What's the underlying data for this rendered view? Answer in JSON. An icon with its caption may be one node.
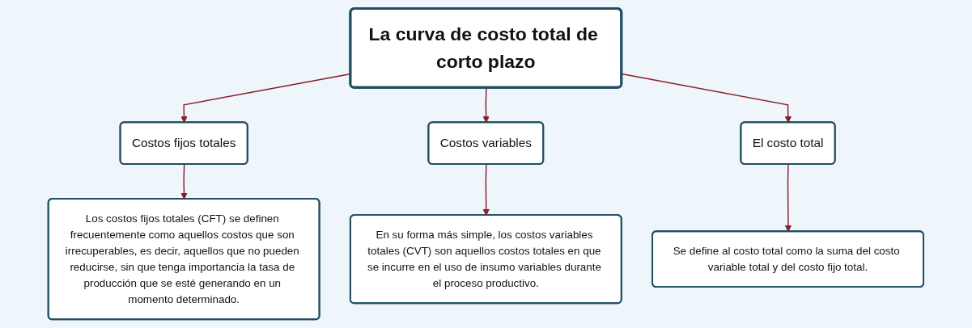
{
  "diagram": {
    "nodes": [
      {
        "text": [
          "La curva de costo total de corto plazo"
        ]
      },
      {
        "text": [
          "Costos fijos totales"
        ]
      },
      {
        "text": [
          "Costos variables"
        ]
      },
      {
        "text": [
          "El costo total"
        ]
      },
      {
        "text": [
          "Los costos fijos totales (CFT) se definen frecuentemente como aquellos costos que son irrecuperables, es decir, aquellos que no pueden reducirse, sin que tenga importancia la tasa de producción que se esté generando en un momento determinado."
        ]
      },
      {
        "text": [
          "En su forma más simple, los costos variables totales (CVT) son aquellos costos totales en que se incurre en el uso de insumo variables durante el proceso productivo."
        ]
      },
      {
        "text": [
          "Se define al costo total como la suma del costo variable total y del costo fijo total."
        ]
      }
    ],
    "edges": [
      {
        "from": 0,
        "to": 1,
        "arrow": "to"
      },
      {
        "from": 0,
        "to": 2,
        "arrow": "to"
      },
      {
        "from": 0,
        "to": 3,
        "arrow": "to"
      },
      {
        "from": 1,
        "to": 4,
        "arrow": "to"
      },
      {
        "from": 2,
        "to": 5,
        "arrow": "to"
      },
      {
        "from": 3,
        "to": 6,
        "arrow": "to"
      }
    ]
  }
}
